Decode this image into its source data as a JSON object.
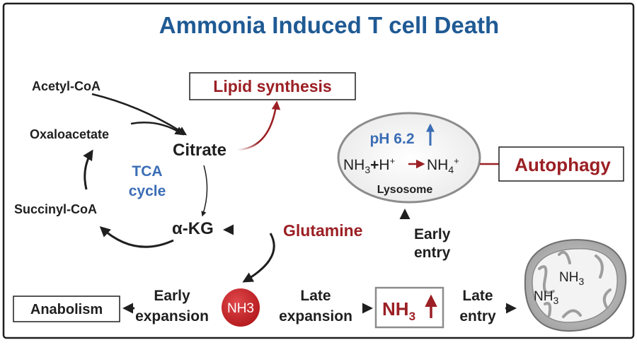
{
  "title": "Ammonia Induced T cell Death",
  "tca": {
    "acetyl_coa": "Acetyl-CoA",
    "oxaloacetate": "Oxaloacetate",
    "citrate": "Citrate",
    "cycle_line1": "TCA",
    "cycle_line2": "cycle",
    "succinyl_coa": "Succinyl-CoA",
    "akg": "α-KG",
    "glutamine": "Glutamine"
  },
  "lipid_synthesis": "Lipid synthesis",
  "lysosome": {
    "ph": "pH 6.2",
    "label": "Lysosome",
    "nh3": "NH",
    "sub3": "3",
    "plus": "+",
    "h": "H",
    "hplus": "+",
    "nh4": "NH",
    "sub4": "4",
    "nh4plus": "+"
  },
  "autophagy": "Autophagy",
  "early_entry": [
    "Early",
    "entry"
  ],
  "late_entry": [
    "Late",
    "entry"
  ],
  "early_expansion": [
    "Early",
    "expansion"
  ],
  "late_expansion": [
    "Late",
    "expansion"
  ],
  "anabolism": "Anabolism",
  "nh3_circle": "NH3",
  "nh3_box": {
    "main": "NH",
    "sub": "3"
  },
  "mito": {
    "nh": "NH",
    "sub": "3"
  },
  "colors": {
    "title_blue": "#1f5a94",
    "red": "#9b1f24",
    "pathway_blue": "#3b6db5",
    "arrow": "#1f1f1f",
    "nh3_circle": "#c0282a"
  }
}
